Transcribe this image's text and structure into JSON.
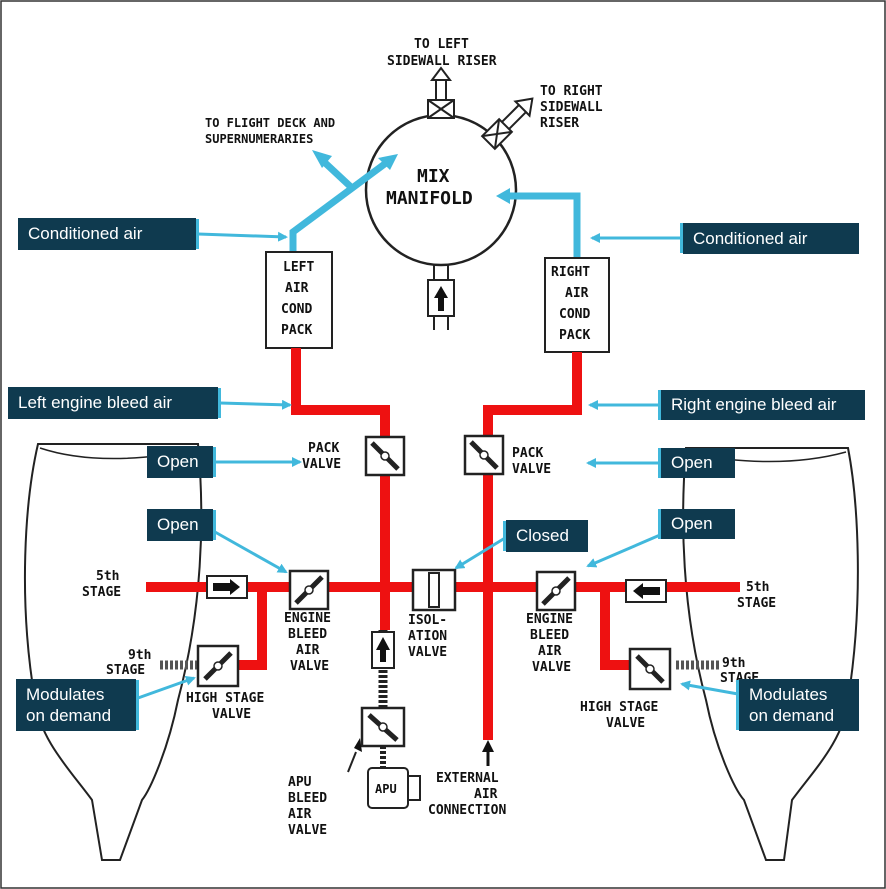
{
  "labels": {
    "to_left_1": "TO LEFT",
    "to_left_2": "SIDEWALL RISER",
    "to_right_1": "TO RIGHT",
    "to_right_2": "SIDEWALL",
    "to_right_3": "RISER",
    "flight_deck_1": "TO FLIGHT DECK AND",
    "flight_deck_2": "SUPERNUMERARIES",
    "mix_1": "MIX",
    "mix_2": "MANIFOLD",
    "left_pack": [
      "LEFT",
      "AIR",
      "COND",
      "PACK"
    ],
    "right_pack": [
      "RIGHT",
      "AIR",
      "COND",
      "PACK"
    ],
    "pack_valve_l": [
      "PACK",
      "VALVE"
    ],
    "pack_valve_r": [
      "PACK",
      "VALVE"
    ],
    "stage5_l": [
      "5th",
      "STAGE"
    ],
    "stage5_r": [
      "5th",
      "STAGE"
    ],
    "stage9_l": [
      "9th",
      "STAGE"
    ],
    "stage9_r": [
      "9th",
      "STAGE"
    ],
    "ebv_l": [
      "ENGINE",
      "BLEED",
      "AIR",
      "VALVE"
    ],
    "ebv_r": [
      "ENGINE",
      "BLEED",
      "AIR",
      "VALVE"
    ],
    "iso": [
      "ISOL-",
      "ATION",
      "VALVE"
    ],
    "hsv_l": [
      "HIGH STAGE",
      "VALVE"
    ],
    "hsv_r": [
      "HIGH STAGE",
      "VALVE"
    ],
    "apu": [
      "APU",
      "BLEED",
      "AIR",
      "VALVE"
    ],
    "ext": [
      "EXTERNAL",
      "AIR",
      "CONNECTION"
    ],
    "apu_box": "APU"
  },
  "callouts": {
    "cond_l": "Conditioned air",
    "cond_r": "Conditioned air",
    "bleed_l": "Left engine bleed air",
    "bleed_r": "Right engine bleed air",
    "open_pack_l": "Open",
    "open_pack_r": "Open",
    "open_ebv_l": "Open",
    "open_ebv_r": "Open",
    "closed_iso": "Closed",
    "mod_l_1": "Modulates",
    "mod_l_2": "on demand",
    "mod_r_1": "Modulates",
    "mod_r_2": "on demand"
  },
  "colors": {
    "bleed": "#ee1111",
    "conditioned": "#41b8dc",
    "callout_bg": "#0f3a4f",
    "arrow": "#41b8dc"
  }
}
